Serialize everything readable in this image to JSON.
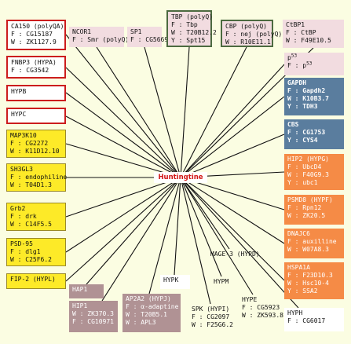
{
  "center": {
    "label": "Huntingtine"
  },
  "palette": {
    "background": "#fbfde2",
    "red_border": "#cc1d1d",
    "green_border": "#4c6a40",
    "pink": "#f2dce0",
    "yellow": "#fdea28",
    "blue": "#5a7d9e",
    "orange": "#f58b46",
    "mauve": "#b09294",
    "center_text": "#d21414"
  },
  "nodes": [
    {
      "id": "ca150",
      "style": "red",
      "lines": [
        "CA150 (polyQA)",
        "F : CG15187",
        "W : ZK1127.9"
      ]
    },
    {
      "id": "fnbp3",
      "style": "red",
      "lines": [
        "FNBP3 (HYPA)",
        "F : CG3542"
      ]
    },
    {
      "id": "hypb",
      "style": "red",
      "lines": [
        "HYPB"
      ]
    },
    {
      "id": "hypc",
      "style": "red",
      "lines": [
        "HYPC"
      ]
    },
    {
      "id": "map3k10",
      "style": "yellow",
      "lines": [
        "MAP3K10",
        "F : CG2272",
        "W : K11D12.10"
      ]
    },
    {
      "id": "sh3gl3",
      "style": "yellow",
      "lines": [
        "SH3GL3",
        "F : endophiline",
        "W : T04D1.3"
      ]
    },
    {
      "id": "grb2",
      "style": "yellow",
      "lines": [
        "Grb2",
        "F : drk",
        "W : C14F5.5"
      ]
    },
    {
      "id": "psd95",
      "style": "yellow",
      "lines": [
        "PSD-95",
        "F : dlg1",
        "W : C25F6.2"
      ]
    },
    {
      "id": "fip2",
      "style": "yellow",
      "lines": [
        "FIP-2 (HYPL)"
      ]
    },
    {
      "id": "ncor1",
      "style": "pink",
      "lines": [
        "NCOR1",
        "F : Smr (polyQ)"
      ]
    },
    {
      "id": "sp1",
      "style": "pink",
      "lines": [
        "SP1",
        "F : CG5669"
      ]
    },
    {
      "id": "tbp",
      "style": "green",
      "lines": [
        "TBP (polyQ)",
        "F : Tbp",
        "W : T20B12.2",
        "Y : Spt15"
      ]
    },
    {
      "id": "cbp",
      "style": "green",
      "lines": [
        "CBP (polyQ)",
        "F : nej (polyQ)",
        "W : R10E11.1"
      ]
    },
    {
      "id": "ctbp1",
      "style": "pink",
      "lines": [
        "CtBP1",
        "F : CtBP",
        "W : F49E10.5"
      ]
    },
    {
      "id": "p53",
      "style": "pink",
      "lines": [
        "p",
        "F : p"
      ],
      "sups": [
        "53",
        "53"
      ]
    },
    {
      "id": "gapdh",
      "style": "blue",
      "lines": [
        "GAPDH",
        "F : Gapdh2",
        "W : K10B3.7",
        "Y : TDH3"
      ]
    },
    {
      "id": "cbs",
      "style": "blue",
      "lines": [
        "CBS",
        "F : CG1753",
        "Y : CYS4"
      ]
    },
    {
      "id": "hip2",
      "style": "orange",
      "lines": [
        "HIP2 (HYPG)",
        "F : UbcD4",
        "W : F40G9.3",
        "Y : ubc1"
      ]
    },
    {
      "id": "psmd8",
      "style": "orange",
      "lines": [
        "PSMD8 (HYPF)",
        "F : Rpn12",
        "W : ZK20.5"
      ]
    },
    {
      "id": "dnajc6",
      "style": "orange",
      "lines": [
        "DNAJC6",
        "F : auxilline",
        "W : W07A8.3"
      ]
    },
    {
      "id": "hspa1a",
      "style": "orange",
      "lines": [
        "HSPA1A",
        "F : F23D10.3",
        "W : Hsc10-4",
        "Y : SSA2"
      ]
    },
    {
      "id": "hyph",
      "style": "white",
      "lines": [
        "HYPH",
        "F : CG6017"
      ]
    },
    {
      "id": "hype",
      "style": "plain",
      "lines": [
        "HYPE",
        "F : CG5923",
        "W : ZK593.8"
      ]
    },
    {
      "id": "spk",
      "style": "plain",
      "lines": [
        "SPK (HYPI)",
        "F : CG2097",
        "W : F25G6.2"
      ]
    },
    {
      "id": "hypm",
      "style": "plain",
      "lines": [
        "HYPM"
      ]
    },
    {
      "id": "mage3",
      "style": "plain",
      "lines": [
        "MAGE-3 (HYPD)"
      ]
    },
    {
      "id": "hypk",
      "style": "white",
      "lines": [
        "HYPK"
      ]
    },
    {
      "id": "ap2a2",
      "style": "mauve",
      "lines": [
        "AP2A2 (HYPJ)",
        "F : α-adaptine",
        "W : T20B5.1",
        "W : APL3"
      ]
    },
    {
      "id": "hip1",
      "style": "mauve",
      "lines": [
        "HIP1",
        "W : ZK370.3",
        "F : CG10971"
      ]
    },
    {
      "id": "hap1",
      "style": "mauve",
      "lines": [
        "HAP1"
      ]
    }
  ]
}
